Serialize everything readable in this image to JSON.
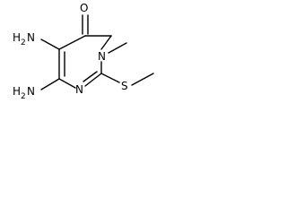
{
  "molecule": {
    "atoms": {
      "oxygen": "O",
      "n3": "N",
      "n1": "N",
      "sulfur": "S",
      "amino_top_h": "H",
      "amino_top_sub": "2",
      "amino_top_n": "N",
      "amino_bottom_h": "H",
      "amino_bottom_sub": "2",
      "amino_bottom_n": "N"
    },
    "line_color": "#000000"
  }
}
